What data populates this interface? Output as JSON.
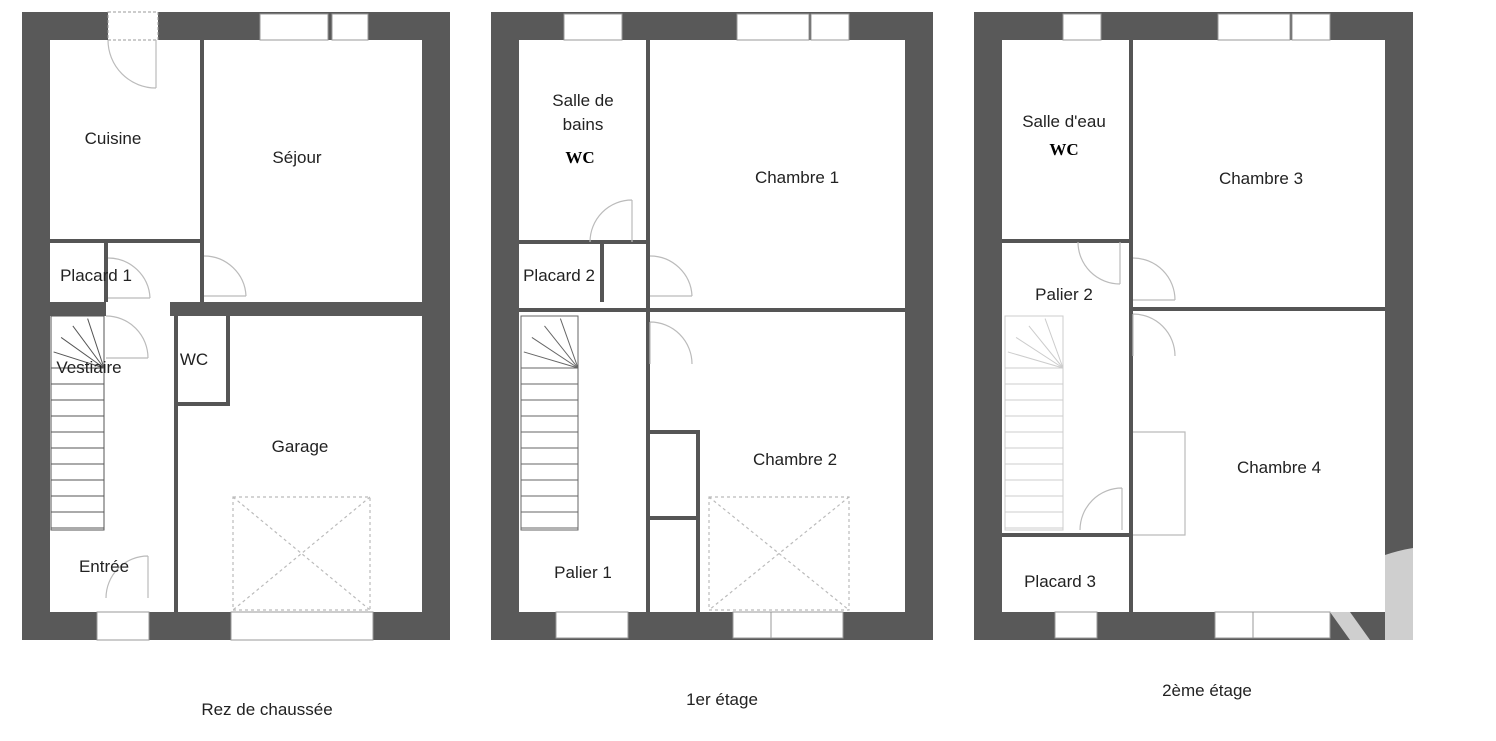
{
  "colors": {
    "wall": "#595959",
    "thin_wall": "#555555",
    "fixture": "#bbbbbb",
    "watermark": "#cfcfcf"
  },
  "floors": [
    {
      "caption": "Rez de chaussée",
      "rooms": {
        "cuisine": "Cuisine",
        "sejour": "Séjour",
        "placard": "Placard 1",
        "vestiaire": "Vestiaire",
        "wc": "WC",
        "garage": "Garage",
        "entree": "Entrée"
      }
    },
    {
      "caption": "1er étage",
      "rooms": {
        "sdb": "Salle de\nbains",
        "wc": "WC",
        "chambre1": "Chambre 1",
        "placard": "Placard 2",
        "chambre2": "Chambre 2",
        "palier": "Palier 1"
      }
    },
    {
      "caption": "2ème étage",
      "rooms": {
        "sde": "Salle d'eau",
        "wc": "WC",
        "chambre3": "Chambre 3",
        "palier": "Palier 2",
        "chambre4": "Chambre 4",
        "placard": "Placard 3"
      }
    }
  ]
}
